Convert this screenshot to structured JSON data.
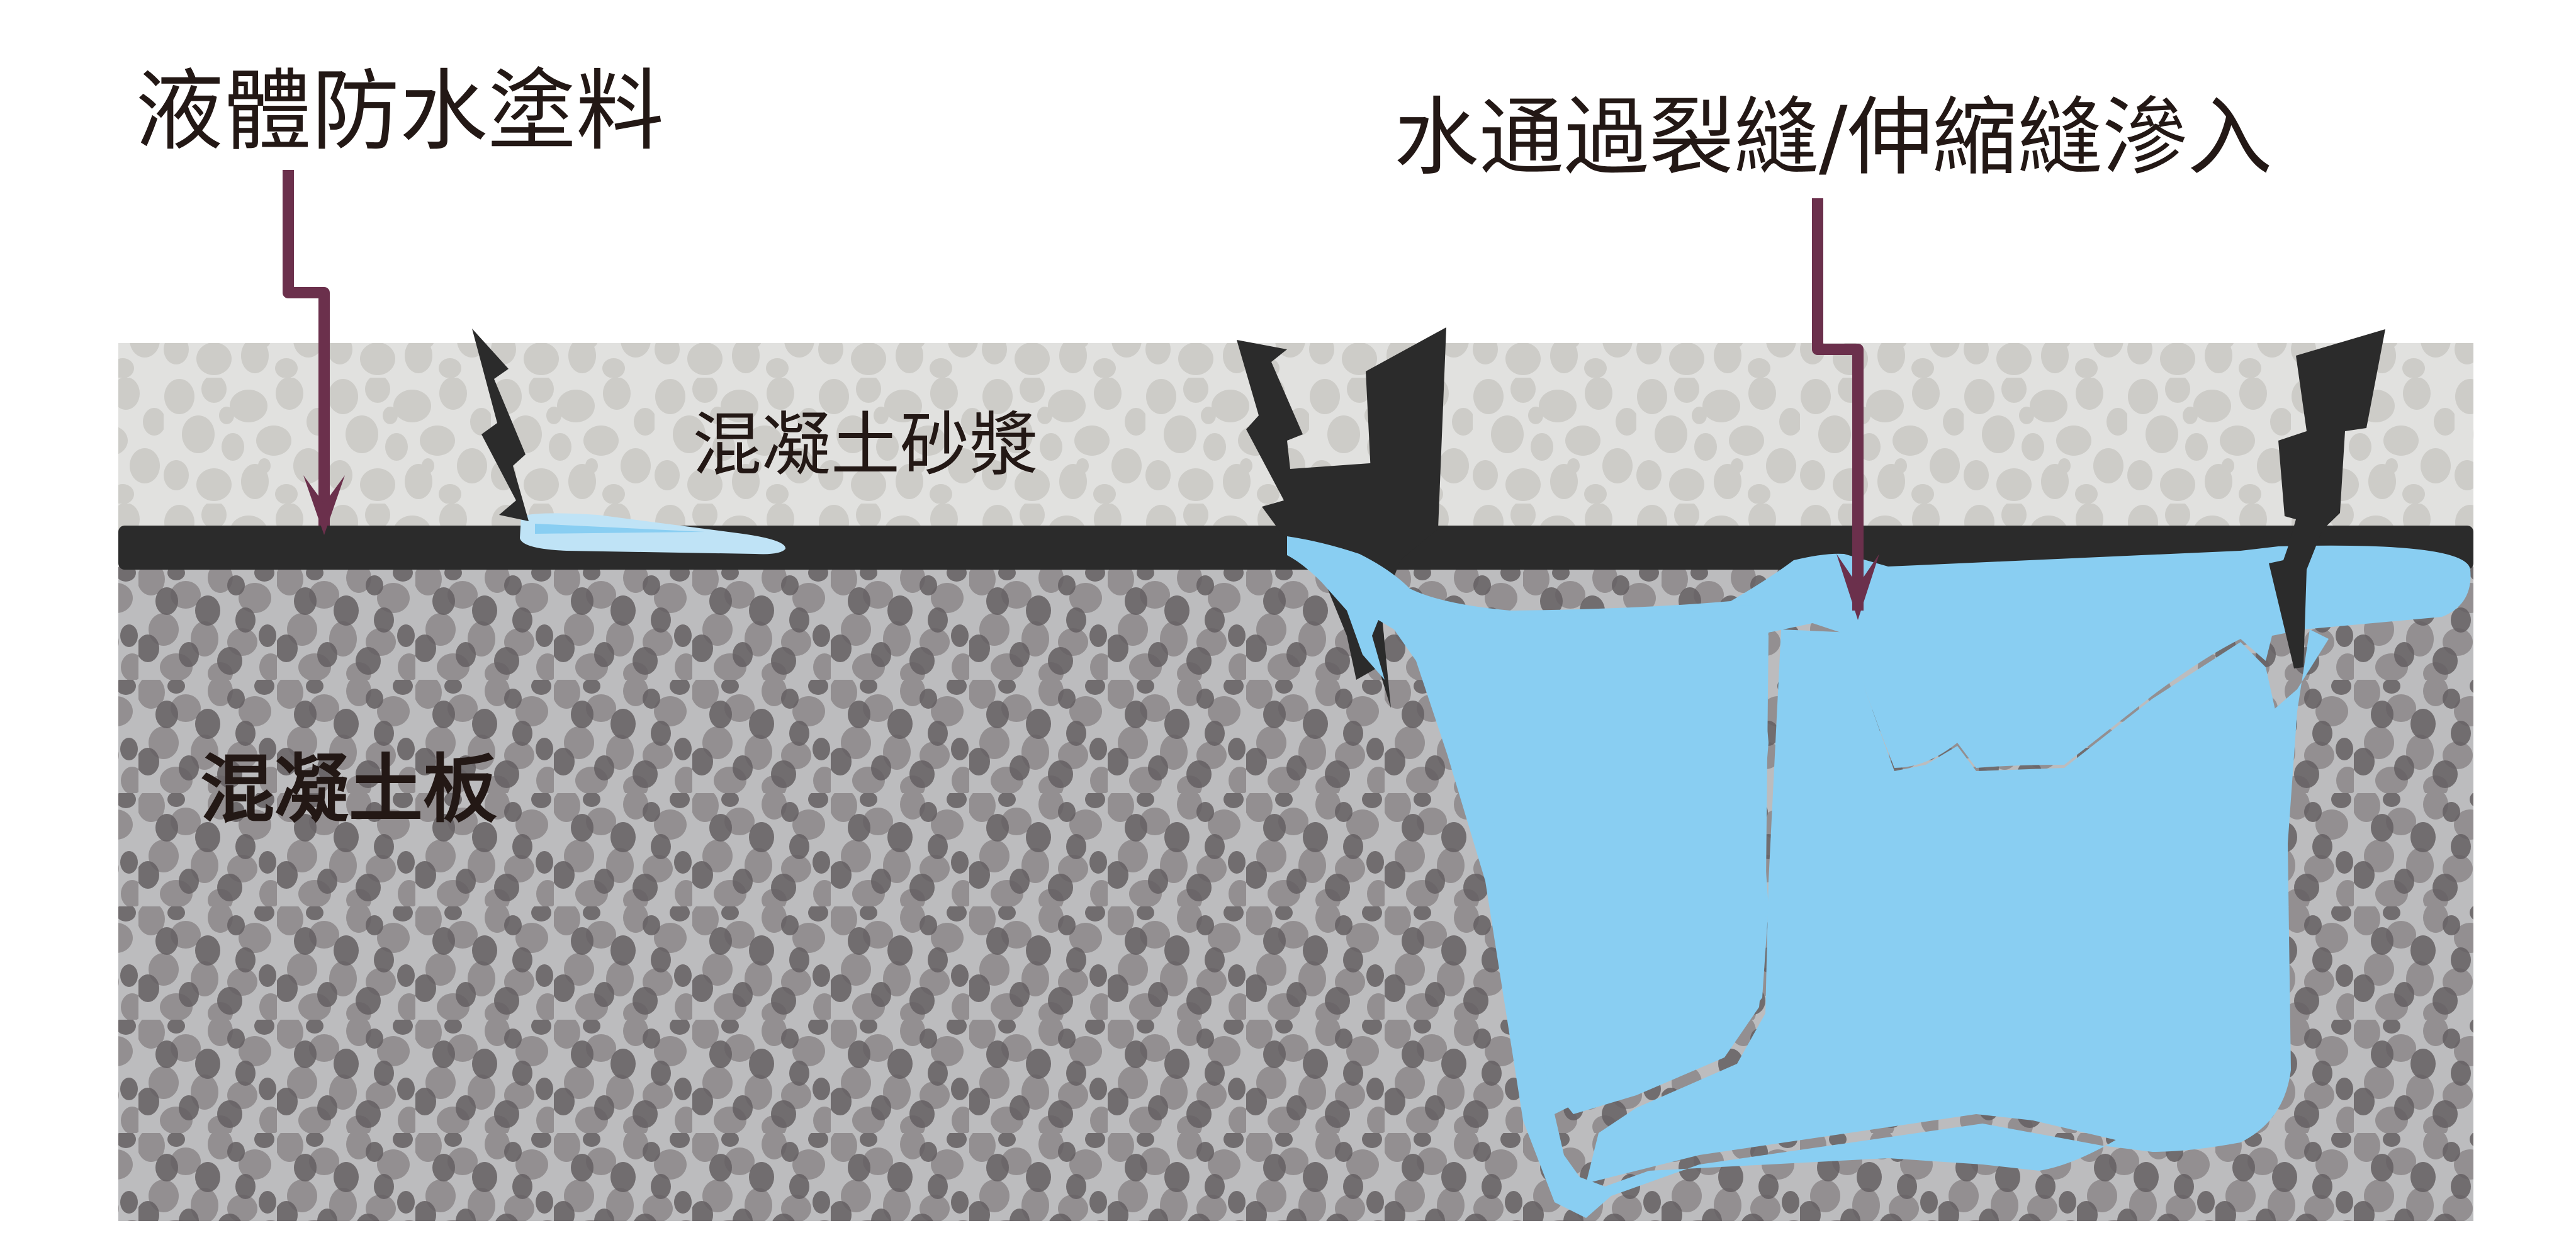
{
  "labels": {
    "coating": "液體防水塗料",
    "leak": "水通過裂縫/伸縮縫滲入",
    "mortar": "混凝土砂漿",
    "slab": "混凝土板"
  },
  "colors": {
    "background": "#ffffff",
    "mortar_base": "#e1e1df",
    "mortar_spots": "#cdccc8",
    "membrane": "#2b2b2b",
    "slab_base": "#bcbcbe",
    "slab_spots_mid": "#8f8b8c",
    "slab_spots_dark": "#645f61",
    "water": "#89cef2",
    "water_light": "#bfe3f6",
    "crack": "#2b2b2b",
    "arrow": "#6b304c",
    "text": "#231815"
  },
  "layers": [
    {
      "name": "concrete-mortar",
      "label_key": "mortar"
    },
    {
      "name": "waterproof-membrane",
      "label_key": "coating"
    },
    {
      "name": "concrete-slab",
      "label_key": "slab"
    }
  ]
}
